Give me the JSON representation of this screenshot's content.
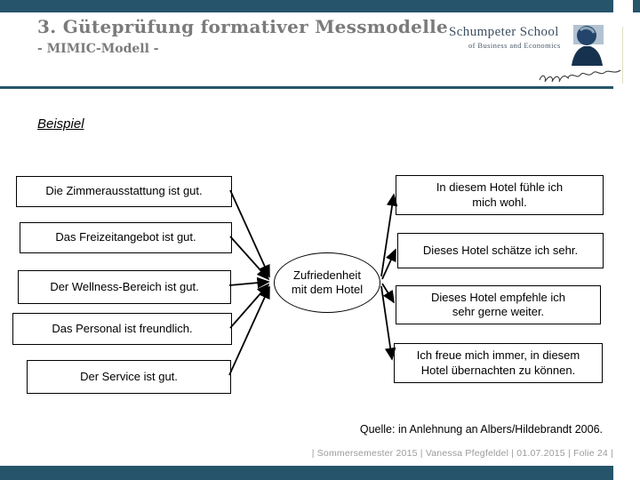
{
  "slide": {
    "title": "3. Güteprüfung formativer Messmodelle",
    "subtitle": "- MIMIC-Modell -",
    "section_label": "Beispiel",
    "source_note": "Quelle: in Anlehnung an Albers/Hildebrandt 2006.",
    "footer": "| Sommersemester 2015 | Vanessa Pfegfeldel | 01.07.2015 | Folie 24 |"
  },
  "logo": {
    "name": "Schumpeter School",
    "tagline": "of Business and Economics"
  },
  "diagram": {
    "construct_label": "Zufriedenheit\nmit dem Hotel",
    "left_boxes": [
      {
        "text": "Die Zimmerausstattung ist gut."
      },
      {
        "text": "Das Freizeitangebot ist gut."
      },
      {
        "text": "Der Wellness-Bereich ist gut."
      },
      {
        "text": "Das Personal ist freundlich."
      },
      {
        "text": "Der Service ist gut."
      }
    ],
    "right_boxes": [
      {
        "text": "In diesem Hotel fühle ich\nmich wohl."
      },
      {
        "text": "Dieses Hotel schätze ich sehr."
      },
      {
        "text": "Dieses Hotel empfehle ich\nsehr gerne weiter."
      },
      {
        "text": "Ich freue mich immer, in diesem\nHotel übernachten zu können."
      }
    ]
  },
  "colors": {
    "accent_teal": "#25546b",
    "title_gray": "#7b7b7b",
    "logo_navy": "#3c4e61",
    "footer_gray": "#9b9b9b"
  }
}
